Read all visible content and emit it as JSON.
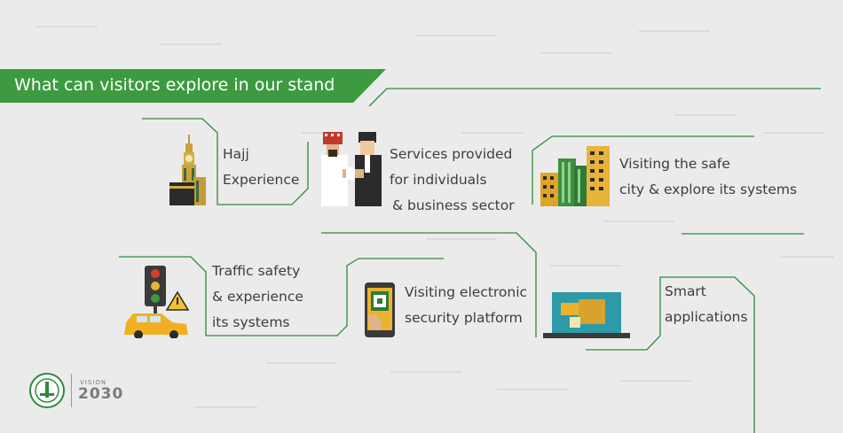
{
  "banner": {
    "title": "What can visitors explore in our stand"
  },
  "items": [
    {
      "line1": "Hajj",
      "line2": "Experience"
    },
    {
      "line1": "Services provided",
      "line2": "for individuals",
      "line3": "& business sector"
    },
    {
      "line1": "Visiting the safe",
      "line2": "city & explore its systems"
    },
    {
      "line1": "Traffic safety",
      "line2": "& experience",
      "line3": "its systems"
    },
    {
      "line1": "Visiting electronic",
      "line2": "security platform"
    },
    {
      "line1": "Smart",
      "line2": "applications"
    }
  ],
  "footer": {
    "vision_label": "VISION",
    "vision_year": "2030"
  },
  "colors": {
    "green": "#2e8b3a",
    "banner_green": "#3d9a40",
    "background": "#ebebeb",
    "text": "#3d3d3d"
  },
  "icons": [
    "makkah-clock-tower-icon",
    "handshake-icon",
    "city-buildings-icon",
    "traffic-light-car-icon",
    "smartphone-touch-icon",
    "laptop-icon",
    "emblem-logo-icon"
  ]
}
